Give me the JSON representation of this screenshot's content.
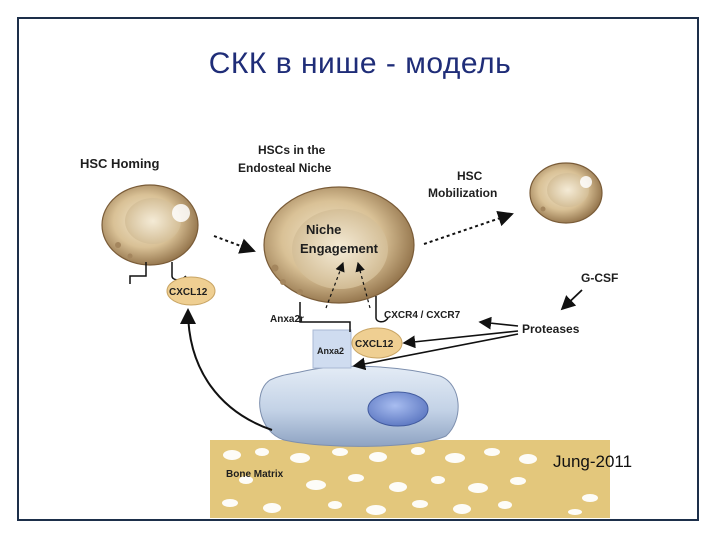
{
  "slide": {
    "title": "СКК в нише - модель",
    "citation": "Jung-2011"
  },
  "diagram": {
    "labels": {
      "hsc_homing": "HSC Homing",
      "niche_line1": "HSCs in the",
      "niche_line2": "Endosteal Niche",
      "mobilization_line1": "HSC",
      "mobilization_line2": "Mobilization",
      "engagement_line1": "Niche",
      "engagement_line2": "Engagement",
      "cxcl12_left": "CXCL12",
      "cxcl12_center": "CXCL12",
      "anxa2r": "Anxa2r",
      "anxa2": "Anxa2",
      "cxcr4_cxcr7": "CXCR4 / CXCR7",
      "g_csf": "G-CSF",
      "proteases": "Proteases",
      "bone_matrix": "Bone Matrix"
    }
  },
  "colors": {
    "frame": "#1d2f4a",
    "title": "#1f2d78",
    "cell_body": "#d9c196",
    "cell_rim": "#8a6a42",
    "chemokine": "#efcf92",
    "osteoblast": "#c5d3e6",
    "nucleus": "#7f99d6",
    "bone": "#e3c77c"
  }
}
